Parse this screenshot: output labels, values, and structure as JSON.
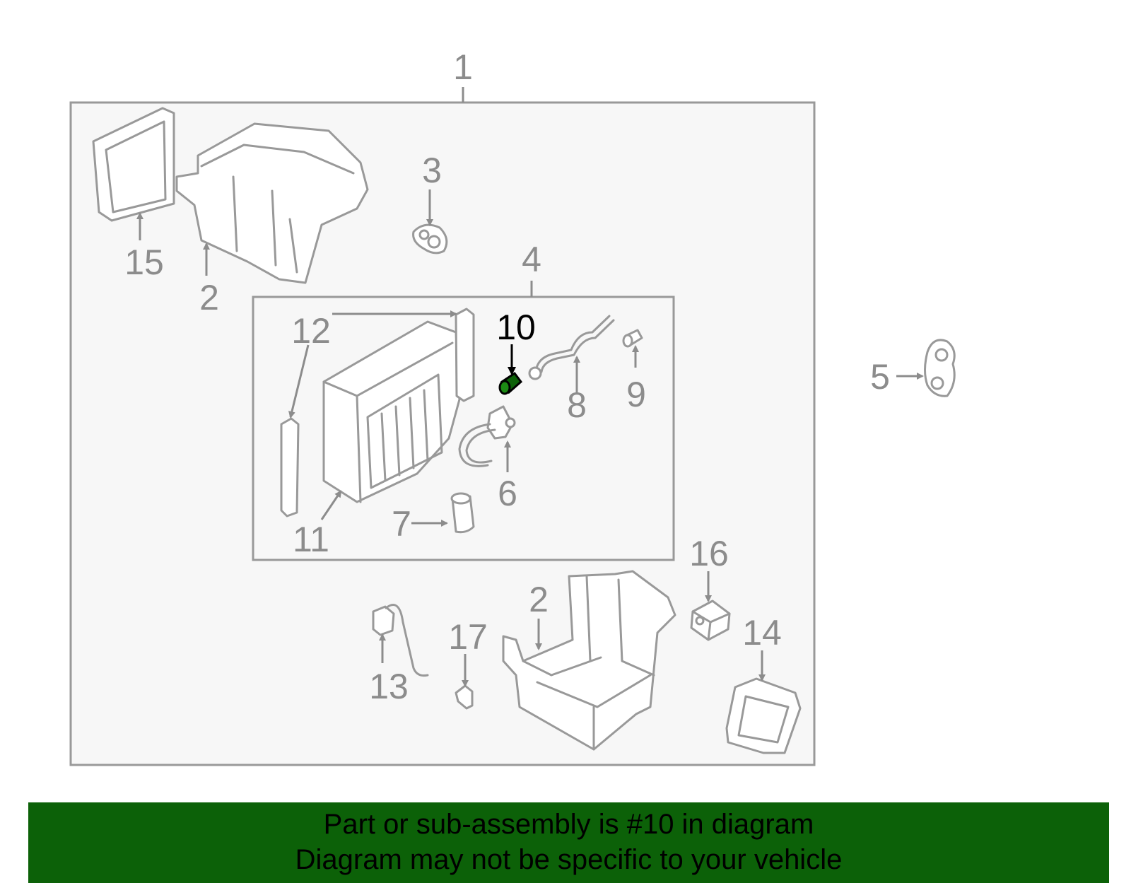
{
  "callouts": {
    "c1": "1",
    "c2a": "2",
    "c2b": "2",
    "c3": "3",
    "c4": "4",
    "c5": "5",
    "c6": "6",
    "c7": "7",
    "c8": "8",
    "c9": "9",
    "c10": "10",
    "c11": "11",
    "c12": "12",
    "c13": "13",
    "c14": "14",
    "c15": "15",
    "c16": "16",
    "c17": "17"
  },
  "highlight": {
    "part_number": "10",
    "color": "#0c6108"
  },
  "banner": {
    "line1": "Part or sub-assembly is #10 in diagram",
    "line2": "Diagram may not be specific to your vehicle",
    "background": "#0c6108"
  }
}
